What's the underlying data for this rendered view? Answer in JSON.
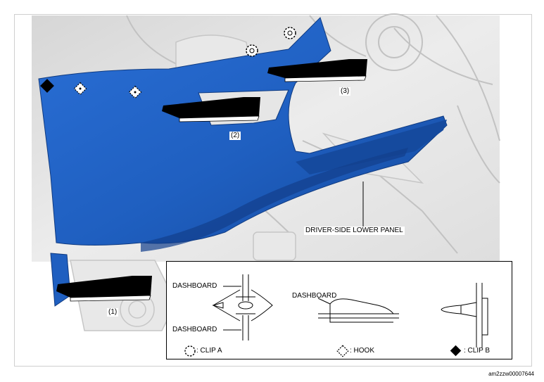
{
  "callouts": {
    "step1": "(1)",
    "step2": "(2)",
    "step3": "(3)",
    "panel": "DRIVER-SIDE LOWER PANEL"
  },
  "legend": {
    "dashboard_top": "DASHBOARD",
    "dashboard_bottom": "DASHBOARD",
    "dashboard_hook": "DASHBOARD",
    "clip_a": ": CLIP A",
    "hook": ": HOOK",
    "clip_b": ": CLIP B"
  },
  "doc_id": "am2zzw00007644",
  "colors": {
    "panel_blue": "#1f5fc0",
    "panel_dark": "#123f8c",
    "background_gray": "#e4e4e4",
    "arrow": "#000000"
  }
}
